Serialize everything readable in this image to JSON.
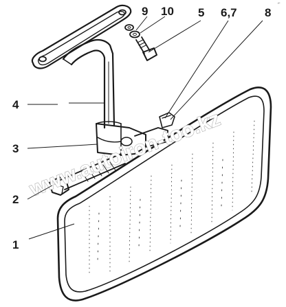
{
  "figure": {
    "watermark": "www.autoiron-too.kz",
    "corner_mark": "⌐",
    "callouts": [
      {
        "id": "1",
        "label": "1"
      },
      {
        "id": "2",
        "label": "2"
      },
      {
        "id": "3",
        "label": "3"
      },
      {
        "id": "4",
        "label": "4"
      },
      {
        "id": "5",
        "label": "5"
      },
      {
        "id": "67",
        "label": "6,7"
      },
      {
        "id": "8",
        "label": "8"
      },
      {
        "id": "9",
        "label": "9"
      },
      {
        "id": "10",
        "label": "10"
      }
    ]
  },
  "parts": {
    "mirror": "mirror-glass-icon",
    "base": "mounting-plate-icon",
    "stem": "bent-stem-icon",
    "clamp": "clamp-bracket-icon",
    "bolt_long": "long-bolt-icon",
    "bolt_short": "short-bolt-icon",
    "washers": "washer-icon"
  },
  "colors": {
    "ink": "#1a1a1a",
    "background": "#ffffff",
    "watermark_outline": "#b0b0b0"
  }
}
